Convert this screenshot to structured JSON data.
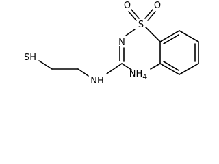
{
  "molecule": {
    "atoms": {
      "sulfonyl_sulfur": "S",
      "sulfonyl_oxygen_left": "O",
      "sulfonyl_oxygen_right": "O",
      "ring_nitrogen": "N",
      "ring_nh": "NH",
      "ring_nh_sub": "4",
      "amine_nh": "NH",
      "thiol": "SH"
    },
    "colors": {
      "bond": "#000000",
      "label": "#000000",
      "background": "#ffffff"
    }
  }
}
